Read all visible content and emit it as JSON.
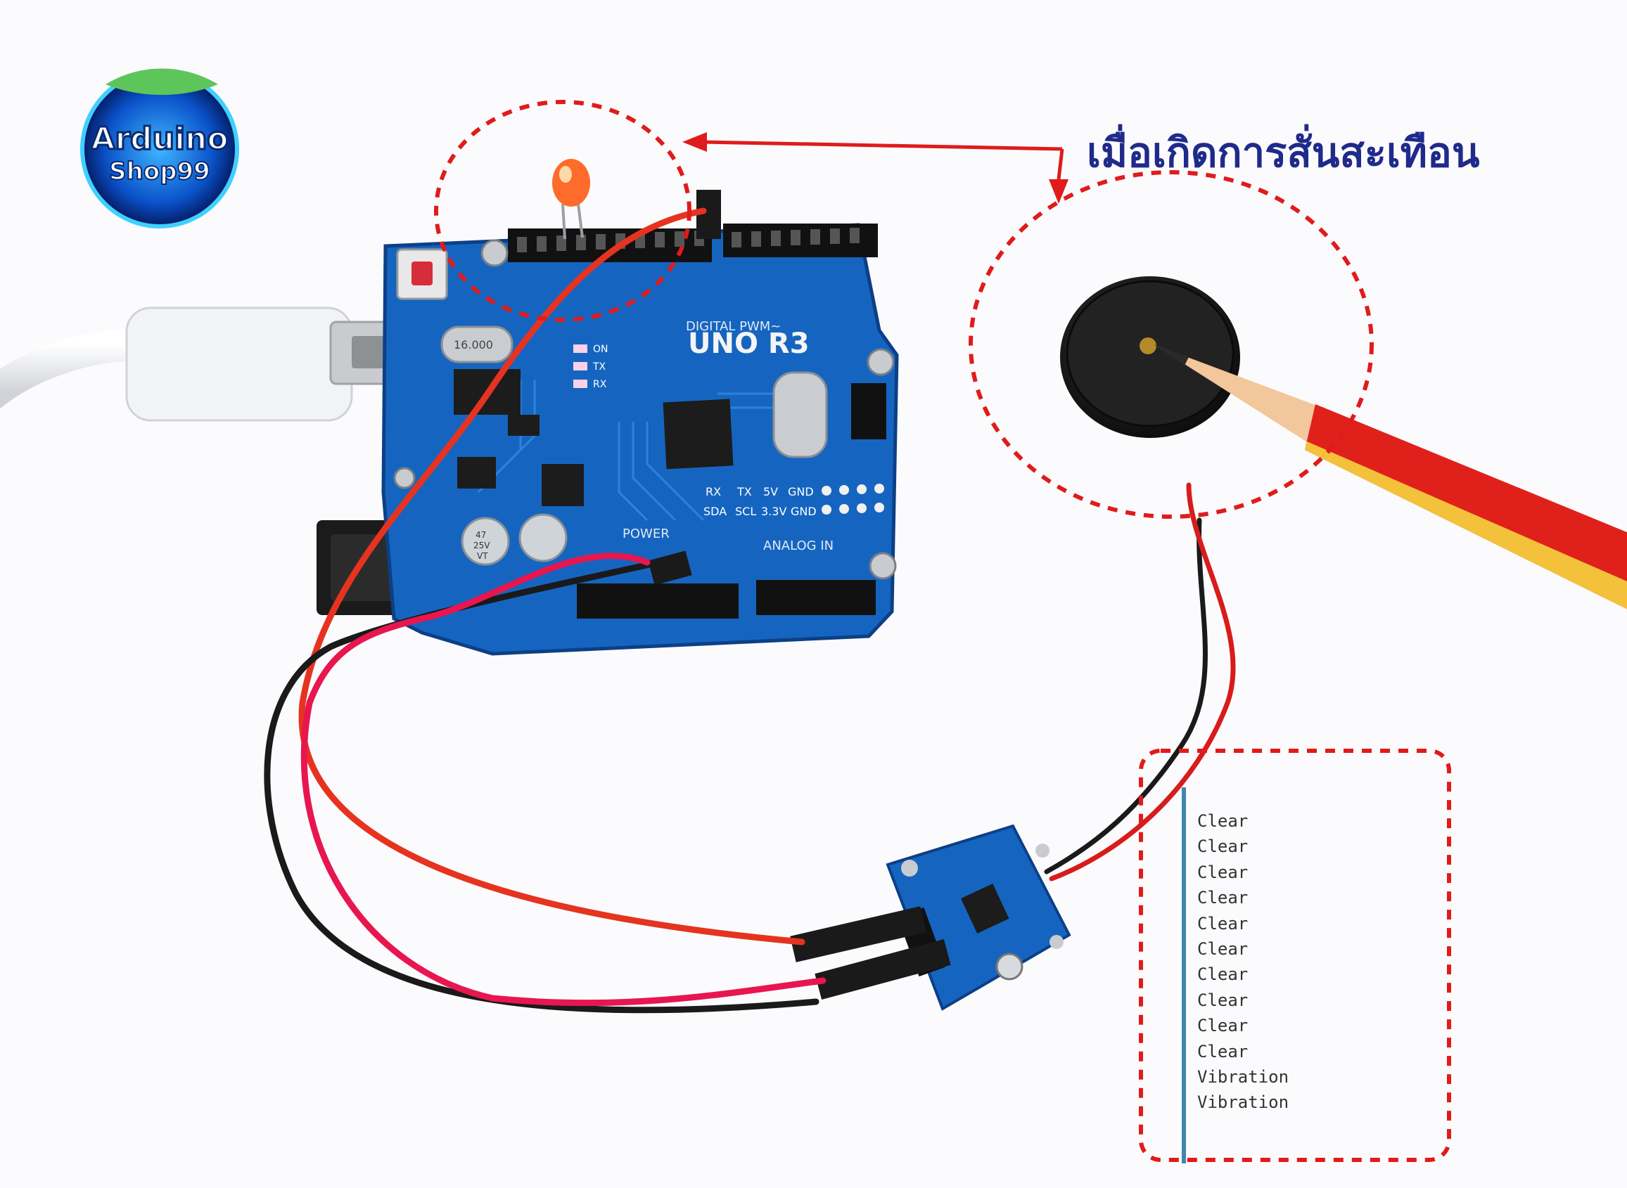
{
  "logo": {
    "line1": "Arduino",
    "line2": "Shop99"
  },
  "caption": "เมื่อเกิดการสั่นสะเทือน",
  "board": {
    "model": "UNO R3",
    "digital_label": "DIGITAL PWM~",
    "power_label": "POWER",
    "analog_label": "ANALOG IN",
    "led_labels": [
      "ON",
      "TX",
      "RX"
    ],
    "header_labels": [
      "RX",
      "TX",
      "5V",
      "GND",
      "SDA",
      "SCL",
      "3.3V",
      "GND"
    ],
    "crystal_label": "16.000",
    "cap_labels": [
      "47",
      "25V",
      "VT"
    ]
  },
  "serial_monitor": {
    "lines": [
      "Clear",
      "Clear",
      "Clear",
      "Clear",
      "Clear",
      "Clear",
      "Clear",
      "Clear",
      "Clear",
      "Clear",
      "Vibration",
      "Vibration"
    ]
  },
  "colors": {
    "annotation": "#e01b1b",
    "board": "#1565c0",
    "caption": "#1f2a8a",
    "wire_red": "#e63320",
    "wire_black": "#1a1a1a",
    "wire_pink": "#e8164f"
  }
}
